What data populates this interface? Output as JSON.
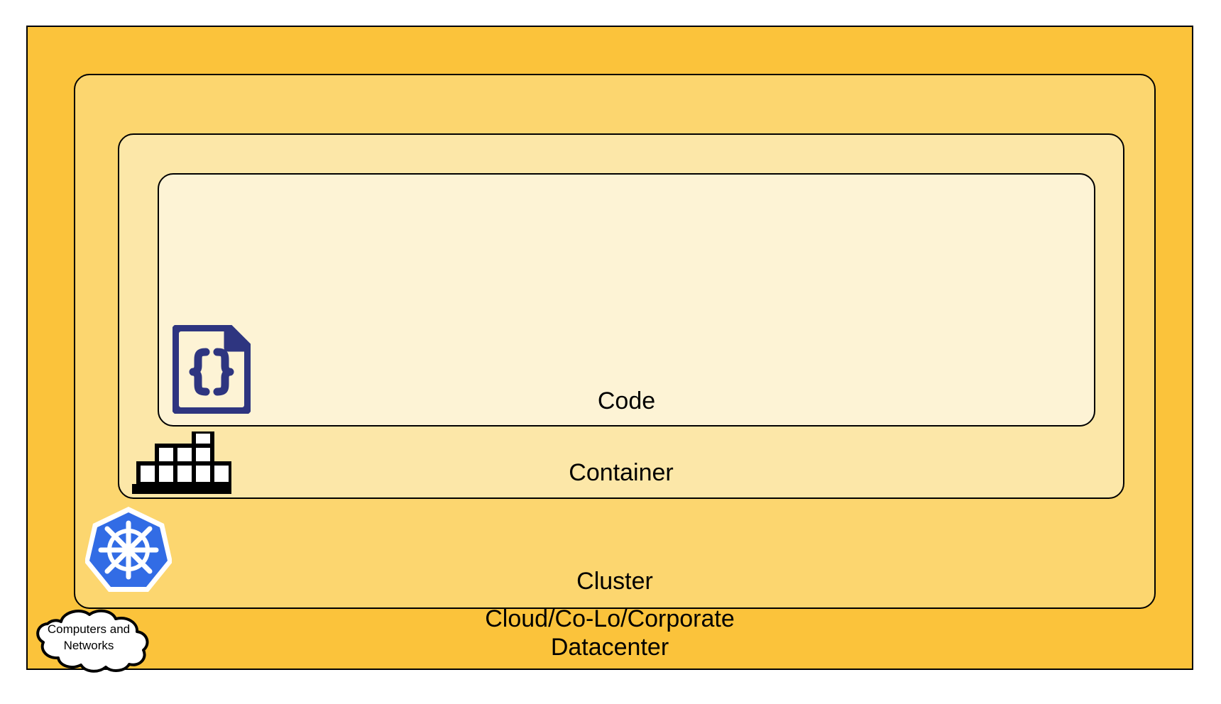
{
  "diagram": {
    "title": "Kubernetes layered abstraction diagram",
    "layers": [
      {
        "id": "code",
        "label": "Code",
        "fill": "#fdf3d5",
        "icon": "json-file-icon",
        "icon_color": "#2e3580"
      },
      {
        "id": "container",
        "label": "Container",
        "fill": "#fce7a8",
        "icon": "stacked-blocks-icon",
        "icon_color": "#000000"
      },
      {
        "id": "cluster",
        "label": "Cluster",
        "fill": "#fcd66f",
        "icon": "kubernetes-helm-icon",
        "icon_color": "#326ce5"
      },
      {
        "id": "datacenter",
        "label": "Cloud/Co-Lo/Corporate\nDatacenter",
        "fill": "#fbc33b",
        "icon": "",
        "icon_color": ""
      }
    ],
    "callout": {
      "id": "computers-and-networks",
      "label": "Computers and\nNetworks",
      "fill": "#ffffff",
      "stroke": "#000000"
    },
    "code_icon_glyph": "{}",
    "stroke_color": "#000000"
  }
}
